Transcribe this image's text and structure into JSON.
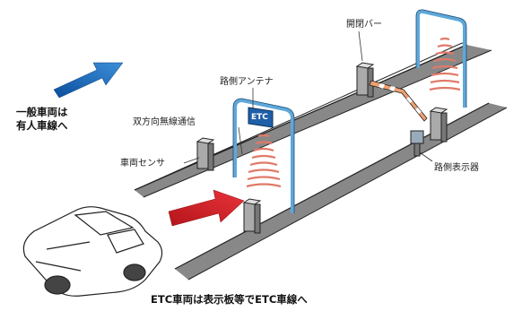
{
  "labels": {
    "general_lane": [
      "一般車両は",
      "有人車線へ"
    ],
    "etc_lane": "ETC車両は表示板等でETC車線へ",
    "roadside_antenna": "路側アンテナ",
    "bidirectional_radio": "双方向無線通信",
    "vehicle_sensor": "車両センサ",
    "open_close_bar": "開閉バー",
    "roadside_display": "路側表示器",
    "etc_sign": "ETC"
  },
  "colors": {
    "arrow_blue": "#1f6fc4",
    "arrow_red": "#d81f26",
    "gantry": "#5fa8d8",
    "wave": "#e07a6a",
    "bar_orange": "#f0a070",
    "road_shadow": "#888888"
  }
}
